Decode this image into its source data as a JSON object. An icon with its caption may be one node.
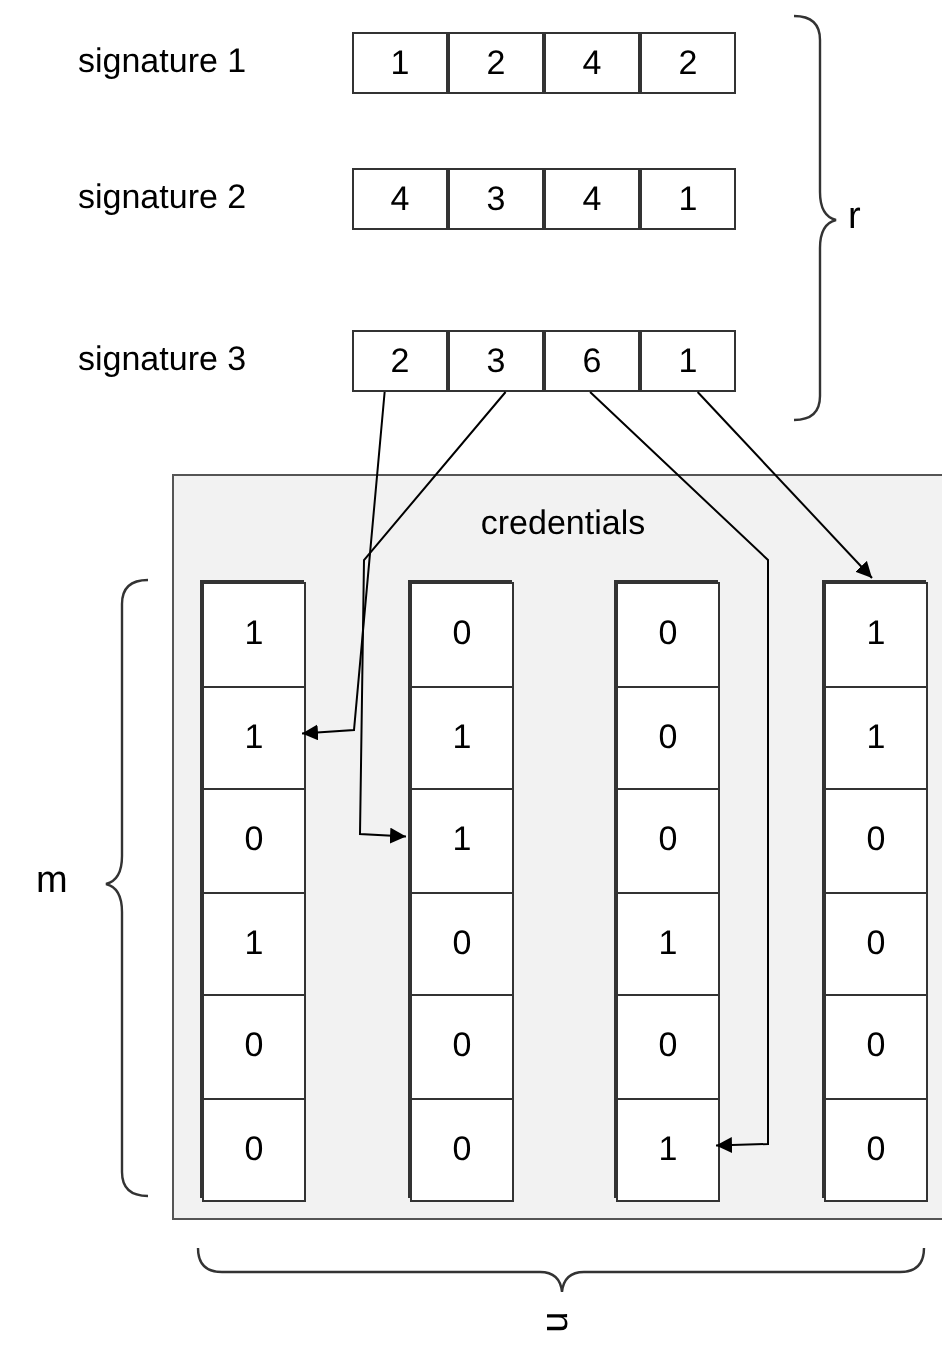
{
  "diagram": {
    "nodes": [
      {
        "text": [
          "signature 1"
        ]
      },
      {
        "text": [
          "1"
        ],
        "in": 0
      },
      {
        "text": [
          "2"
        ],
        "in": 0
      },
      {
        "text": [
          "4"
        ],
        "in": 0
      },
      {
        "text": [
          "2"
        ],
        "in": 0
      },
      {
        "text": [
          "signature 2"
        ]
      },
      {
        "text": [
          "4"
        ],
        "in": 5
      },
      {
        "text": [
          "3"
        ],
        "in": 5
      },
      {
        "text": [
          "4"
        ],
        "in": 5
      },
      {
        "text": [
          "1"
        ],
        "in": 5
      },
      {
        "text": [
          "signature 3"
        ]
      },
      {
        "text": [
          "2"
        ],
        "in": 10
      },
      {
        "text": [
          "3"
        ],
        "in": 10
      },
      {
        "text": [
          "6"
        ],
        "in": 10
      },
      {
        "text": [
          "1"
        ],
        "in": 10
      },
      {
        "text": [
          "credentials"
        ]
      },
      {
        "text": [],
        "shape": "box",
        "in": 15
      },
      {
        "text": [
          "1"
        ],
        "in": 16
      },
      {
        "text": [
          "1"
        ],
        "in": 16
      },
      {
        "text": [
          "0"
        ],
        "in": 16
      },
      {
        "text": [
          "1"
        ],
        "in": 16
      },
      {
        "text": [
          "0"
        ],
        "in": 16
      },
      {
        "text": [
          "0"
        ],
        "in": 16
      },
      {
        "text": [],
        "shape": "box",
        "in": 15
      },
      {
        "text": [
          "0"
        ],
        "in": 23
      },
      {
        "text": [
          "1"
        ],
        "in": 23
      },
      {
        "text": [
          "1"
        ],
        "in": 23
      },
      {
        "text": [
          "0"
        ],
        "in": 23
      },
      {
        "text": [
          "0"
        ],
        "in": 23
      },
      {
        "text": [
          "0"
        ],
        "in": 23
      },
      {
        "text": [],
        "shape": "box",
        "in": 15
      },
      {
        "text": [
          "0"
        ],
        "in": 30
      },
      {
        "text": [
          "0"
        ],
        "in": 30
      },
      {
        "text": [
          "0"
        ],
        "in": 30
      },
      {
        "text": [
          "1"
        ],
        "in": 30
      },
      {
        "text": [
          "0"
        ],
        "in": 30
      },
      {
        "text": [
          "1"
        ],
        "in": 30
      },
      {
        "text": [],
        "shape": "box",
        "in": 15
      },
      {
        "text": [
          "1"
        ],
        "in": 37
      },
      {
        "text": [
          "1"
        ],
        "in": 37
      },
      {
        "text": [
          "0"
        ],
        "in": 37
      },
      {
        "text": [
          "0"
        ],
        "in": 37
      },
      {
        "text": [
          "0"
        ],
        "in": 37
      },
      {
        "text": [
          "0"
        ],
        "in": 37
      }
    ],
    "edges": [
      {
        "from": 11,
        "to": 18,
        "arrow": "to"
      },
      {
        "from": 12,
        "to": 26,
        "arrow": "to"
      },
      {
        "from": 13,
        "to": 36,
        "arrow": "to"
      },
      {
        "from": 14,
        "to": 38,
        "arrow": "to"
      }
    ],
    "labels": [
      "r",
      "m",
      "n"
    ]
  }
}
